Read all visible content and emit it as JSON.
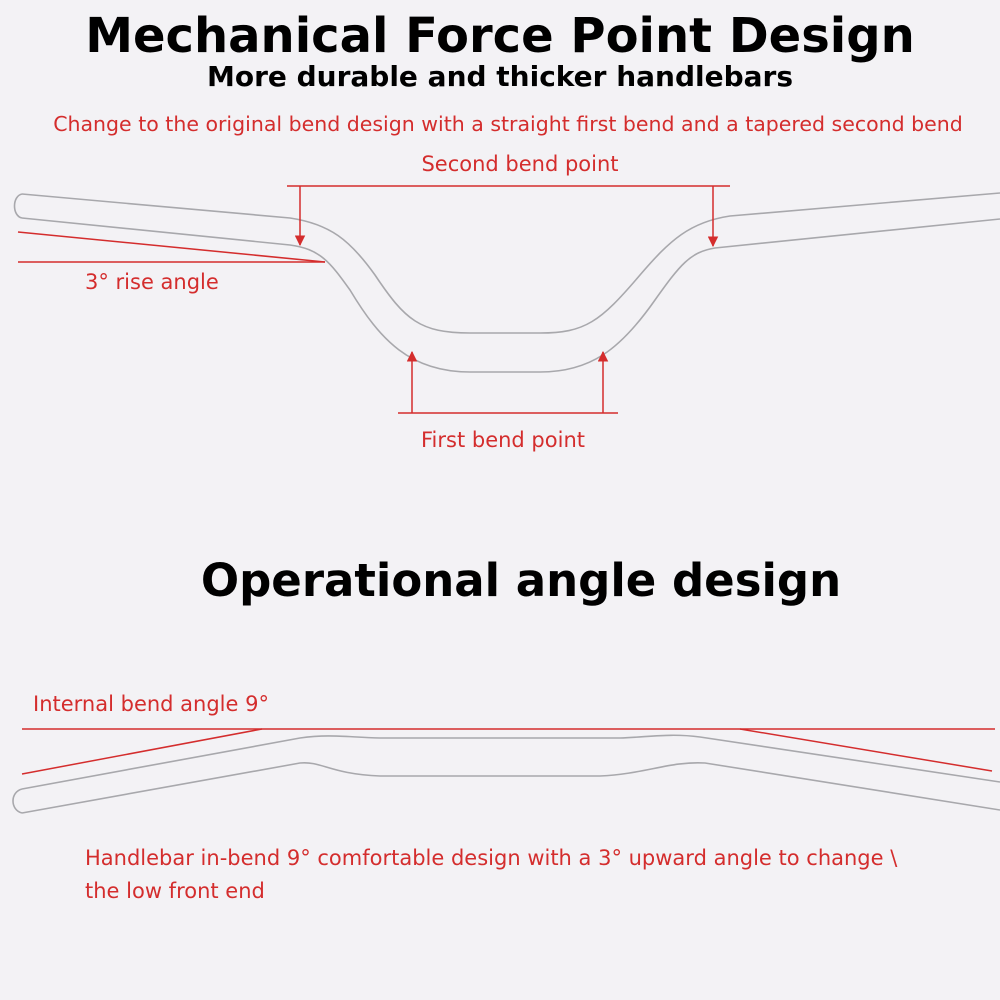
{
  "titles": {
    "main": "Mechanical Force Point Design",
    "sub": "More durable and thicker handlebars",
    "section2": "Operational angle design"
  },
  "annotations": {
    "change_note": "Change to the original bend design with a straight first bend and a tapered second bend",
    "second_bend": "Second bend point",
    "rise_angle": "3° rise angle",
    "first_bend": "First bend point",
    "internal_angle": "Internal bend angle 9°",
    "bottom_note_line1": "Handlebar in-bend 9° comfortable design with a 3° upward angle to change \\",
    "bottom_note_line2": "the low front end"
  },
  "colors": {
    "background": "#f3f2f5",
    "annotation": "#d42d2d",
    "bar_outline": "#a8a8ac",
    "title": "#000000"
  }
}
